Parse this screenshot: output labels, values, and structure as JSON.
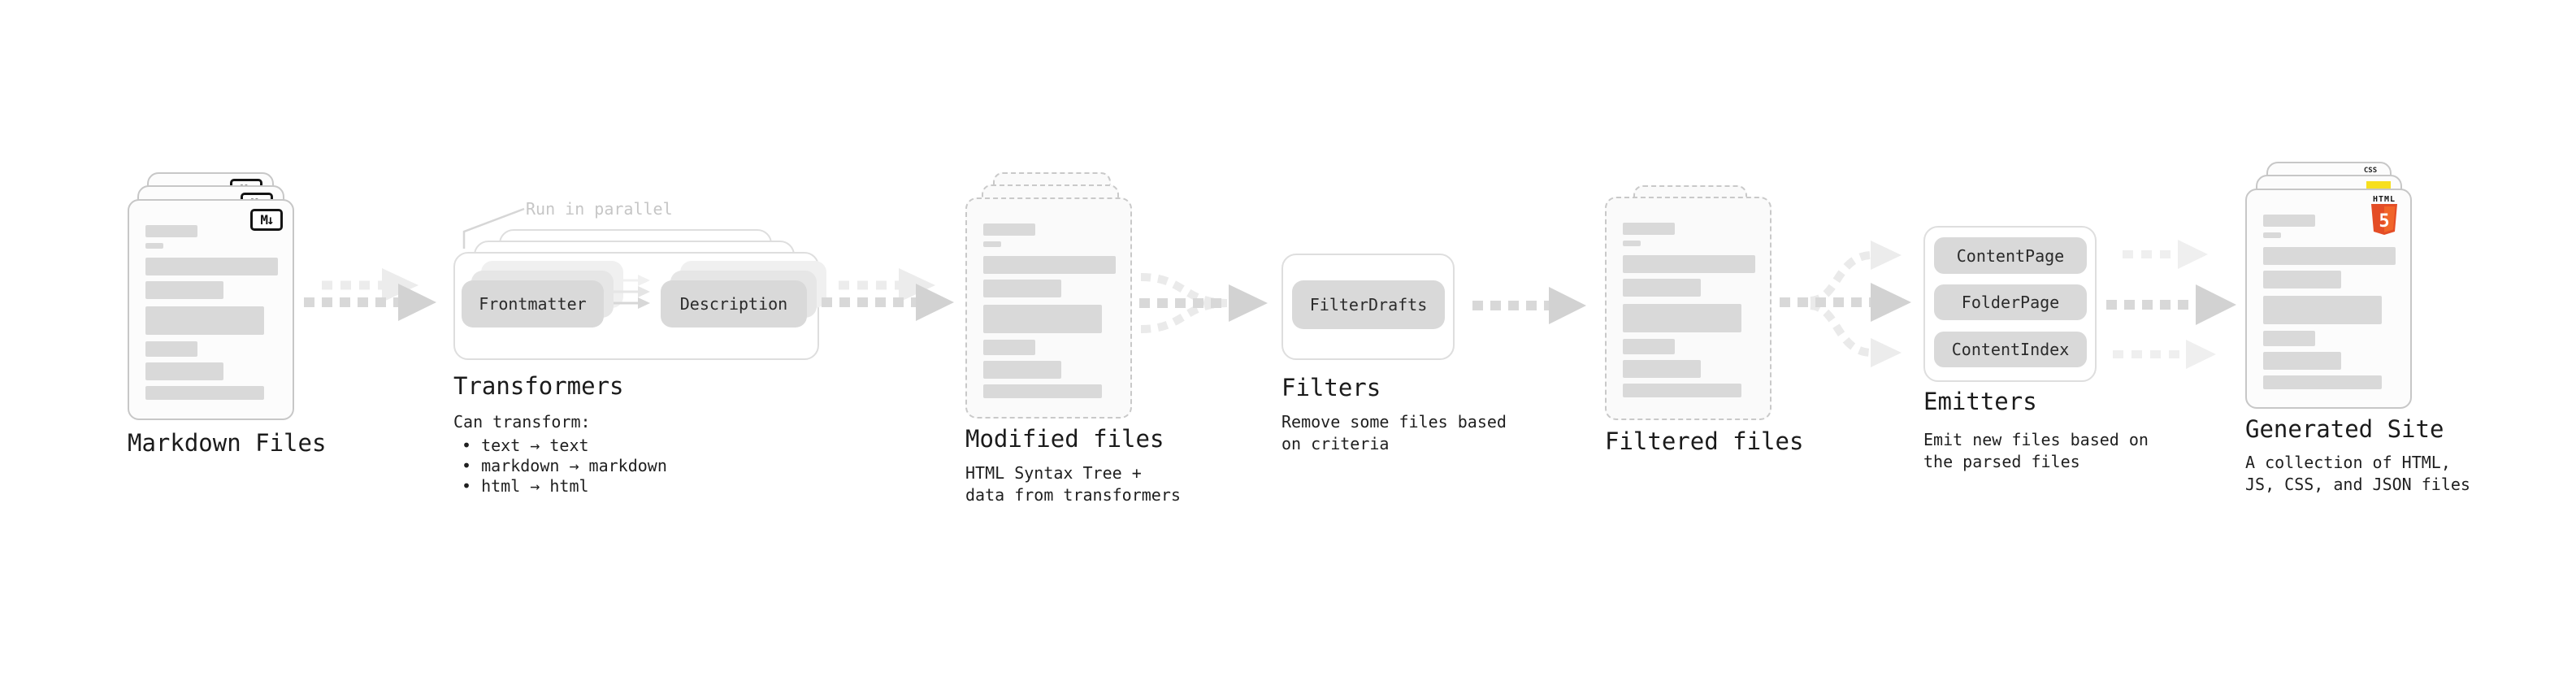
{
  "sections": {
    "markdown_files": {
      "title": "Markdown Files",
      "icon_label": "M↓"
    },
    "transformers": {
      "annotation": "Run in parallel",
      "nodes": [
        "Frontmatter",
        "Description"
      ],
      "title": "Transformers",
      "description": "Can transform:",
      "bullets": [
        "• text → text",
        "• markdown → markdown",
        "• html → html"
      ]
    },
    "modified_files": {
      "title": "Modified files",
      "description": "HTML Syntax Tree +\ndata from transformers"
    },
    "filters": {
      "node": "FilterDrafts",
      "title": "Filters",
      "description": "Remove some files based\non criteria"
    },
    "filtered_files": {
      "title": "Filtered files"
    },
    "emitters": {
      "nodes": [
        "ContentPage",
        "FolderPage",
        "ContentIndex"
      ],
      "title": "Emitters",
      "description": "Emit new files based on\nthe parsed files"
    },
    "generated_site": {
      "title": "Generated Site",
      "description": "A collection of HTML,\nJS, CSS, and JSON files",
      "html5_icon_label": "HTML",
      "html5_icon_number": "5",
      "css_icon_label": "CSS"
    }
  },
  "connections": [
    {
      "from": "Markdown Files",
      "to": "Transformers",
      "style": "double-dashed-arrow"
    },
    {
      "from": "Transformers",
      "to": "Modified files",
      "style": "double-dashed-arrow"
    },
    {
      "from": "Modified files",
      "to": "Filters",
      "style": "dashed-merge-arrow"
    },
    {
      "from": "Filters",
      "to": "Filtered files",
      "style": "dashed-arrow"
    },
    {
      "from": "Filtered files",
      "to": "Emitters",
      "style": "dashed-fanout-arrow"
    },
    {
      "from": "Emitters",
      "to": "Generated Site",
      "style": "triple-dashed-arrow"
    }
  ],
  "colors": {
    "background": "#ffffff",
    "doc_border": "#c7c7c7",
    "doc_fill": "#fcfcfc",
    "dashed_doc_border": "#c9c9c9",
    "dashed_doc_fill": "#fafafa",
    "content_bar": "#d9d9d9",
    "container_border": "#dedede",
    "node_fill": "#d9d9d9",
    "node_text": "#2b2b2b",
    "heading_text": "#1b1b1b",
    "annotation_text": "#c6c6c6",
    "arrow_dark": "#d8d8d8",
    "arrow_light": "#ececec",
    "markdown_icon": "#141414",
    "html5_orange": "#e44d26",
    "html5_orange_light": "#f16529",
    "js_yellow": "#f7df1e",
    "css_blue": "#2962ff"
  }
}
